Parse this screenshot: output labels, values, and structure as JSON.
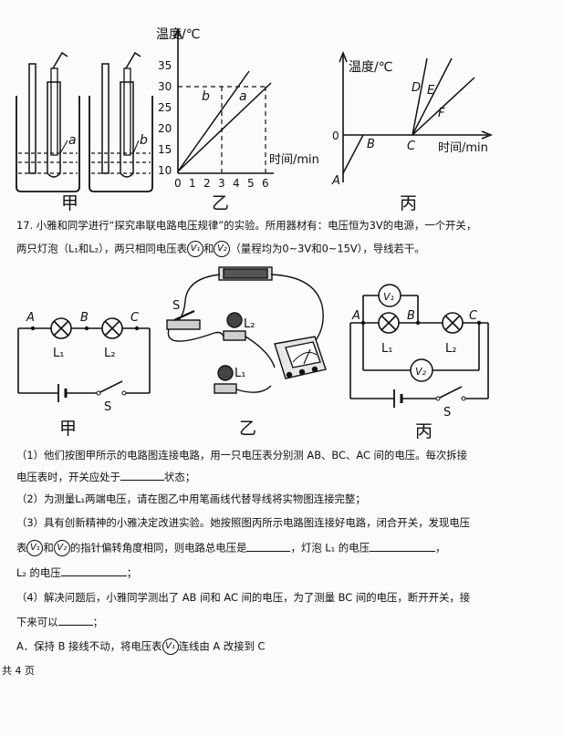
{
  "top_fig": {
    "jia_label": "甲",
    "yi_label": "乙",
    "bing_label": "丙",
    "tube_a": "a",
    "tube_b": "b",
    "graph_yi": {
      "ylabel": "温度/℃",
      "xlabel": "时间/min",
      "y_ticks": [
        "35",
        "30",
        "25",
        "20",
        "15",
        "10"
      ],
      "x_ticks": [
        "0",
        "1",
        "2",
        "3",
        "4",
        "5",
        "6"
      ],
      "line_a": "a",
      "line_b": "b"
    },
    "graph_bing": {
      "ylabel": "温度/℃",
      "xlabel": "时间/min",
      "zero": "0",
      "A": "A",
      "B": "B",
      "C": "C",
      "D": "D",
      "E": "E",
      "F": "F"
    }
  },
  "q17": {
    "intro_1": "17. 小雅和同学进行“探究串联电路电压规律”的实验。所用器材有：电压恒为3V的电源，一个开关，",
    "intro_2a": "两只灯泡（L₁和L₂），两只相同电压表",
    "v1": "V₁",
    "v2": "V₂",
    "intro_2and": "和",
    "intro_2b": "（量程均为0~3V和0~15V），导线若干。",
    "circuit_jia": {
      "A": "A",
      "B": "B",
      "C": "C",
      "L1": "L₁",
      "L2": "L₂",
      "S": "S",
      "caption": "甲"
    },
    "circuit_yi": {
      "S": "S",
      "L1": "L₁",
      "L2": "L₂",
      "caption": "乙"
    },
    "circuit_bing": {
      "A": "A",
      "B": "B",
      "C": "C",
      "L1": "L₁",
      "L2": "L₂",
      "S": "S",
      "V1": "V₁",
      "V2": "V₂",
      "caption": "丙"
    },
    "p1_a": "（1）他们按图甲所示的电路图连接电路，用一只电压表分别测 AB、BC、AC 间的电压。每次拆接",
    "p1_b1": "电压表时，开关应处于",
    "p1_b2": "状态；",
    "p2": "（2）为测量L₁两端电压，请在图乙中用笔画线代替导线将实物图连接完整；",
    "p3_a": "（3）具有创新精神的小雅决定改进实验。她按照图丙所示电路图连接好电路，闭合开关，发现电压",
    "p3_b1": "表",
    "p3_b2": "和",
    "p3_b3": "的指针偏转角度相同，则电路总电压是",
    "p3_b4": "，灯泡 L₁ 的电压",
    "p3_b5": "，",
    "p3_c1": "L₂ 的电压",
    "p3_c2": "；",
    "p4_a": "（4）解决问题后，小雅同学测出了 AB 间和 AC 间的电压，为了测量 BC 间的电压，断开开关，接",
    "p4_b1": "下来可以",
    "p4_b2": "；",
    "optA_1": "A．保持 B 接线不动，将电压表",
    "optA_2": "连线由 A 改接到 C"
  },
  "footer": {
    "pages": "共 4 页"
  }
}
